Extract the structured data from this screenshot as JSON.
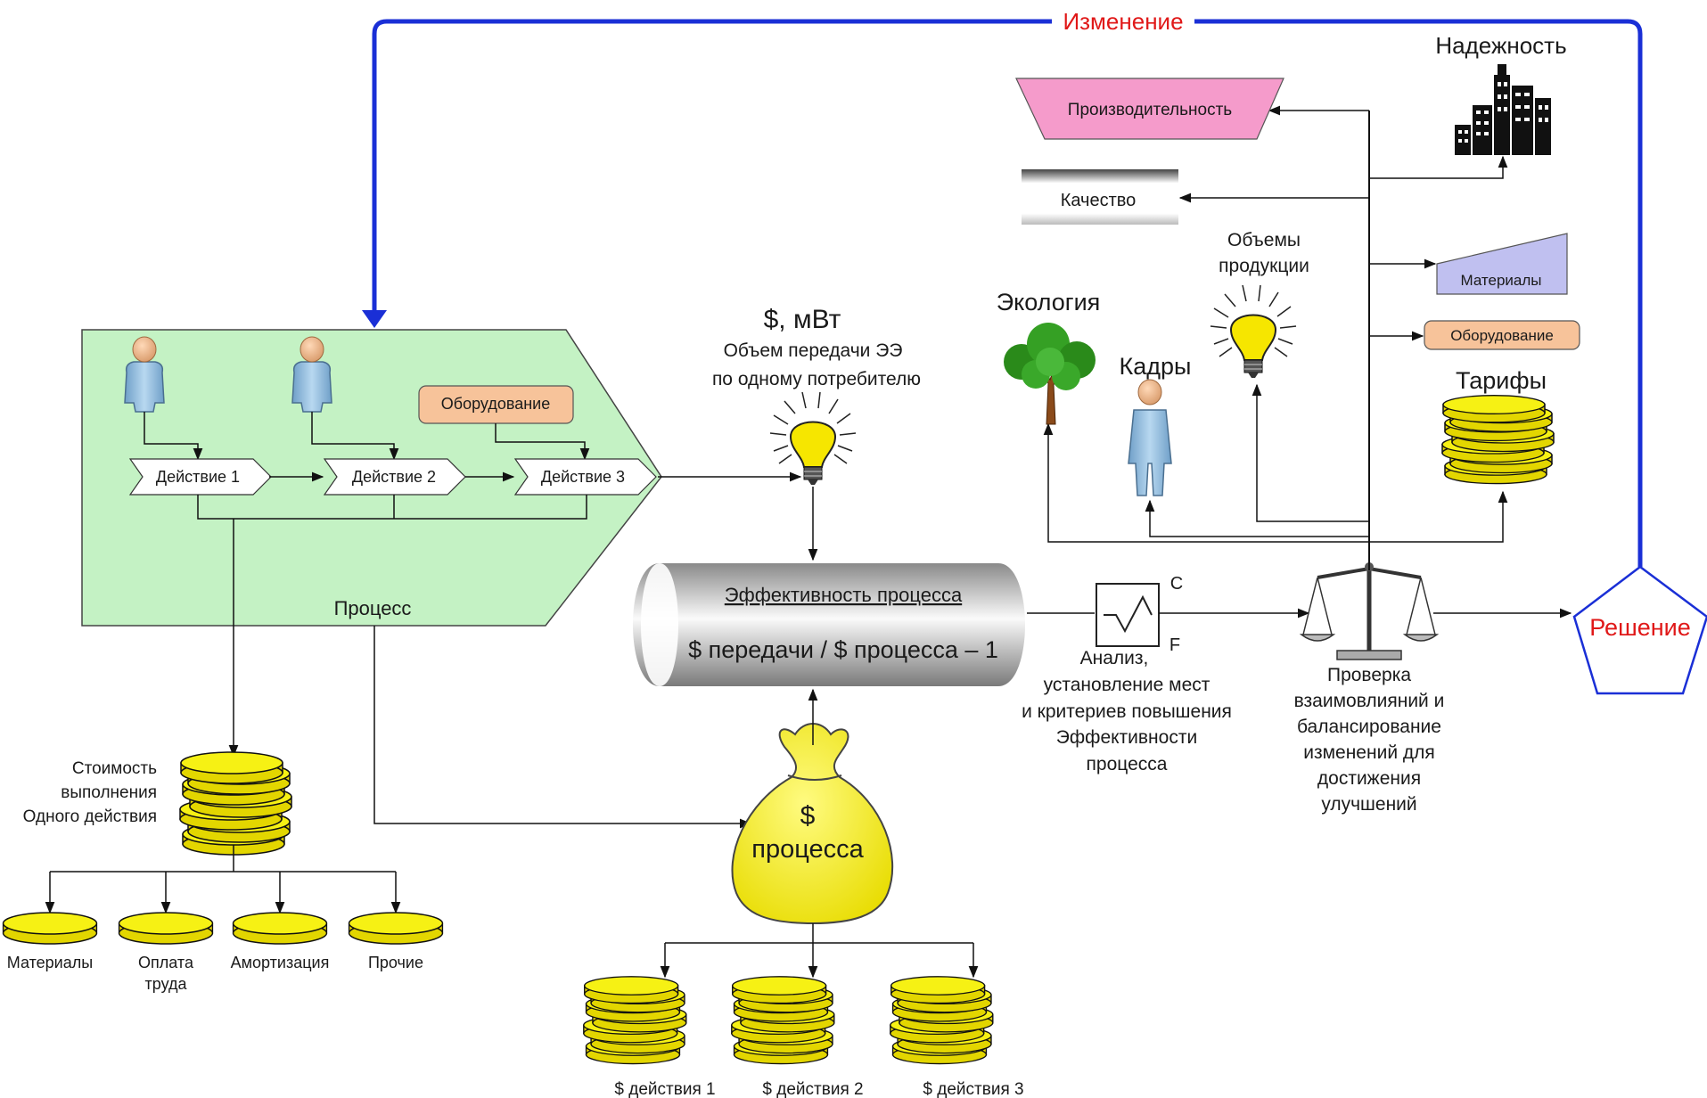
{
  "colors": {
    "feedback_line": "#1a2fd6",
    "change_label": "#e01818",
    "decision_label": "#e01818",
    "decision_outline": "#1a2fd6",
    "process_fill": "#c4f2c4",
    "equipment_fill": "#f7c39a",
    "productivity_fill": "#f59bcb",
    "materials_fill": "#c0c0f0",
    "coin_fill": "#f3ee10",
    "bag_fill": "#f6f010",
    "bulb_fill": "#f6e600"
  },
  "icons": [
    "person-icon",
    "lightbulb-icon",
    "coin-stack-icon",
    "coin-icon",
    "money-bag-icon",
    "tree-icon",
    "city-icon",
    "scales-icon",
    "analysis-chart-icon"
  ],
  "top": {
    "change_label": "Изменение"
  },
  "process": {
    "label": "Процесс",
    "equipment": "Оборудование",
    "actions": [
      "Действие 1",
      "Действие 2",
      "Действие 3"
    ]
  },
  "transfer": {
    "units": "$, мВт",
    "line1": "Объем передачи ЭЭ",
    "line2": "по одному потребителю"
  },
  "efficiency": {
    "title": "Эффективность процесса",
    "formula": "$ передачи / $ процесса – 1"
  },
  "cost": {
    "line1": "Стоимость",
    "line2": "выполнения",
    "line3": "Одного действия",
    "items": [
      "Материалы",
      "Оплата",
      "Амортизация",
      "Прочие"
    ],
    "item2_line2": "труда"
  },
  "bag": {
    "line1": "$",
    "line2": "процесса"
  },
  "actions_cost": [
    "$ действия 1",
    "$ действия 2",
    "$ действия 3"
  ],
  "analysis": {
    "c": "C",
    "f": "F",
    "lines": [
      "Анализ,",
      "установление мест",
      "и критериев повышения",
      "Эффективности",
      "процесса"
    ]
  },
  "balance": {
    "lines": [
      "Проверка",
      "взаимовлияний и",
      "балансирование",
      "изменений для",
      "достижения",
      "улучшений"
    ]
  },
  "decision": "Решение",
  "factors": {
    "productivity": "Производительность",
    "quality": "Качество",
    "reliability": "Надежность",
    "volumes_line1": "Объемы",
    "volumes_line2": "продукции",
    "materials": "Материалы",
    "equipment": "Оборудование",
    "tariffs": "Тарифы",
    "ecology": "Экология",
    "staff": "Кадры"
  }
}
